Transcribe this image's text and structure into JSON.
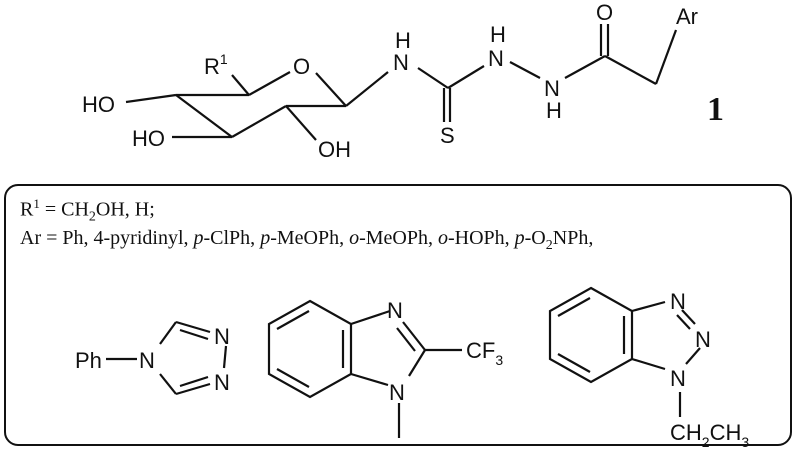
{
  "compound": {
    "number_label": "1",
    "atoms": {
      "r1": "R",
      "r1_sup": "1",
      "ring_o": "O",
      "ho1": "HO",
      "ho2": "HO",
      "oh": "OH",
      "nh1_h": "H",
      "nh1_n": "N",
      "s": "S",
      "nh2_h": "H",
      "nh2_n": "N",
      "nh3_n": "N",
      "nh3_h": "H",
      "carbonyl_o": "O",
      "ar": "Ar"
    }
  },
  "legend": {
    "r1_line": {
      "prefix": "R",
      "sup": "1",
      "text": " = CH",
      "sub": "2",
      "rest": "OH,  H;"
    },
    "ar_line": {
      "items_plain": "Ar = Ph, 4-pyridinyl, ",
      "p1": "p",
      "t1": "-ClPh, ",
      "p2": "p",
      "t2": "-MeOPh, ",
      "o1": "o",
      "t3": "-MeOPh, ",
      "o2": "o",
      "t4": "-HOPh, ",
      "p3": "p",
      "t5": "-O",
      "sub": "2",
      "t6": "NPh,"
    },
    "substituents": [
      {
        "name": "4-phenyl-1,2,4-triazol-3-yl",
        "ph": "Ph",
        "n1": "N",
        "n2": "N",
        "n3": "N"
      },
      {
        "name": "1-methyl-2-trifluoromethyl-benzimidazolyl",
        "n1": "N",
        "n2": "N",
        "cf": "CF",
        "cf_sub": "3"
      },
      {
        "name": "1-ethyl-benzotriazolyl",
        "n1": "N",
        "n2": "N",
        "n3": "N",
        "ch2": "CH",
        "ch2_sub": "2",
        "ch3": "CH",
        "ch3_sub": "3"
      }
    ]
  }
}
